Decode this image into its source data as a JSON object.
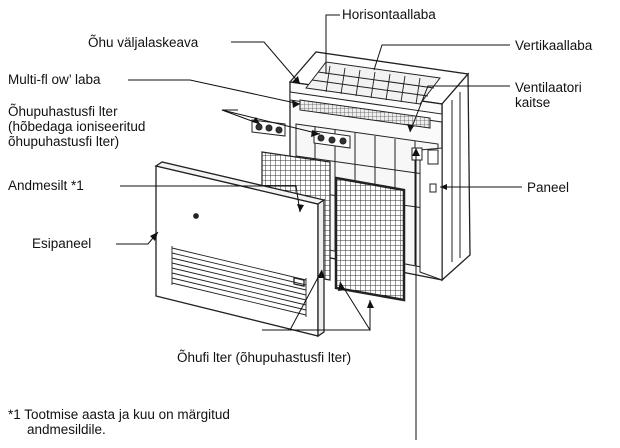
{
  "labels": {
    "horisontaallaba": "Horisontaallaba",
    "ohu_valjalaskeava": "Õhu väljalaskeava",
    "vertikaallaba": "Vertikaallaba",
    "multiflow_laba": "Multi-fl ow’ laba",
    "ventilaatori_kaitse": [
      "Ventilaatori",
      "kaitse"
    ],
    "ohupuhastusfilter": [
      "Õhupuhastusfi lter",
      "(hõbedaga ioniseeritud",
      "õhupuhastusfi lter)"
    ],
    "andmesilt": "Andmesilt *1",
    "paneel": "Paneel",
    "esipaneel": "Esipaneel",
    "ohufilter": "Õhufi lter (õhupuhastusfi lter)"
  },
  "footnote": [
    "*1 Tootmise aasta ja kuu on märgitud",
    "andmesildile."
  ],
  "colors": {
    "line": "#222222",
    "mesh": "#333333",
    "filter_fill": "#d8d8d8",
    "panel_fill": "#ffffff"
  }
}
